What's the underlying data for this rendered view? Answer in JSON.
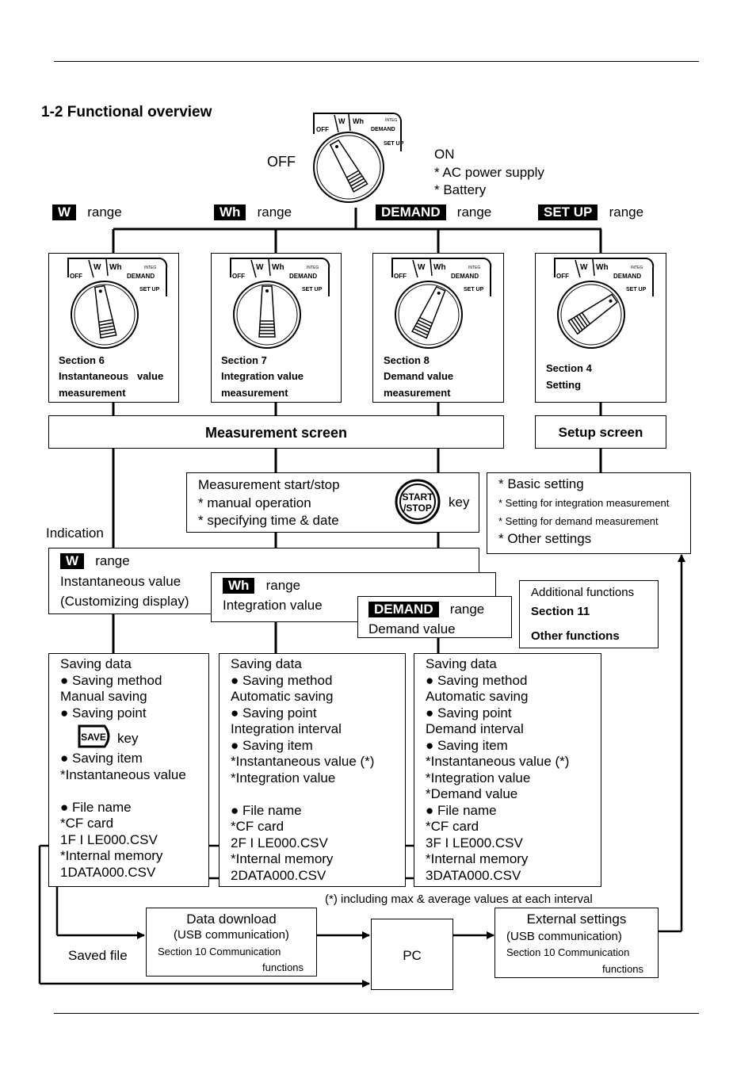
{
  "title": "1-2 Functional overview",
  "top_dial": {
    "off": "OFF",
    "on": "ON",
    "ac": "* AC power supply",
    "battery": "* Battery"
  },
  "dial_labels": {
    "off": "OFF",
    "w": "W",
    "wh": "Wh",
    "integ": "INTEG",
    "demand": "DEMAND",
    "setup": "SET UP"
  },
  "ranges": [
    {
      "badge": "W",
      "suffix": "range"
    },
    {
      "badge": "Wh",
      "suffix": "range"
    },
    {
      "badge": "DEMAND",
      "suffix": "range"
    },
    {
      "badge": "SET UP",
      "suffix": "range"
    }
  ],
  "sections": [
    {
      "l1": "Section 6",
      "l2": "Instantaneous   value",
      "l3": "measurement"
    },
    {
      "l1": "Section 7",
      "l2": "Integration value",
      "l3": "measurement"
    },
    {
      "l1": "Section 8",
      "l2": "Demand value",
      "l3": "measurement"
    },
    {
      "l1": "Section 4",
      "l2": "Setting",
      "l3": ""
    }
  ],
  "measurement_screen": "Measurement screen",
  "setup_screen": "Setup screen",
  "start_stop": {
    "line1": "Measurement start/stop",
    "line2": "* manual operation",
    "line3": "* specifying time & date",
    "key_icon_top": "START",
    "key_icon_bottom": "/STOP",
    "key": "key"
  },
  "setup_box": {
    "line1": "* Basic setting",
    "line2": "* Setting for integration measurement",
    "line3": "* Setting for demand measurement",
    "line4": "* Other settings"
  },
  "indication": "Indication",
  "display_w": {
    "badge": "W",
    "suffix": "range",
    "line1": "Instantaneous value",
    "line2": "(Customizing display)"
  },
  "display_wh": {
    "badge": "Wh",
    "suffix": "range",
    "line1": "Integration value"
  },
  "display_demand": {
    "badge": "DEMAND",
    "suffix": "range",
    "line1": "Demand value"
  },
  "additional": {
    "line1": "Additional functions",
    "line2": "Section 11",
    "line3": "Other functions"
  },
  "saving": [
    {
      "lines": [
        "Saving data",
        "● Saving method",
        "   Manual saving",
        "● Saving point"
      ],
      "key_icon": "SAVE",
      "key": "key",
      "lines2": [
        "● Saving item",
        "*Instantaneous value",
        "",
        "● File name",
        "   *CF card",
        "   1F I LE000.CSV",
        "   *Internal memory",
        "   1DATA000.CSV"
      ]
    },
    {
      "lines": [
        "Saving data",
        "● Saving method",
        "   Automatic saving",
        "● Saving point",
        "   Integration interval",
        "● Saving item",
        " *Instantaneous value (*)",
        "  *Integration value",
        "",
        "● File name",
        "   *CF card",
        "   2F I LE000.CSV",
        "   *Internal memory",
        "   2DATA000.CSV"
      ]
    },
    {
      "lines": [
        "Saving data",
        "● Saving method",
        "   Automatic saving",
        "● Saving point",
        "   Demand interval",
        "● Saving item",
        " *Instantaneous value (*)",
        "  *Integration value",
        "  *Demand value",
        "● File name",
        "   *CF card",
        "   3F I LE000.CSV",
        "   *Internal memory",
        "   3DATA000.CSV"
      ]
    }
  ],
  "footnote": "(*) including max & average values at each interval",
  "download": {
    "line1": "Data download",
    "line2": "(USB communication)",
    "line3": "Section 10 Communication",
    "line4": "functions"
  },
  "saved_file": "Saved file",
  "pc": "PC",
  "external": {
    "line1": "External settings",
    "line2": "(USB communication)",
    "line3": "Section 10 Communication",
    "line4": "functions"
  }
}
